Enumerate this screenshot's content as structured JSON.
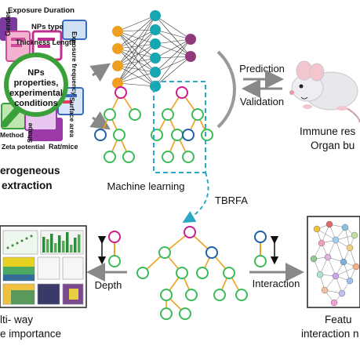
{
  "data_extraction": {
    "word_cloud": [
      "Exposure Duration",
      "NPs type",
      "Gender",
      "Exposure frequency",
      "Thickness Length",
      "Surface area",
      "Method",
      "Shape",
      "Zeta potential",
      "Rat/mice"
    ],
    "magnifier_lines": [
      "NPs",
      "properties,",
      "experimental",
      "conditions"
    ],
    "caption_lines": [
      "erogeneous",
      "extraction"
    ]
  },
  "machine_learning": {
    "caption": "Machine learning"
  },
  "flows": {
    "prediction": "Prediction",
    "validation": "Validation",
    "tbrfa": "TBRFA",
    "depth": "Depth",
    "interaction": "Interaction"
  },
  "outcome": {
    "caption_lines": [
      "Immune res",
      "Organ bu"
    ]
  },
  "multiway": {
    "caption_lines": [
      "lti- way",
      "e importance"
    ]
  },
  "feature_network": {
    "caption_lines": [
      "Featu",
      "interaction n"
    ]
  },
  "colors": {
    "node_orange": "#f0a020",
    "node_teal": "#17a7b0",
    "node_purple": "#8e3a7a",
    "tree_magenta": "#c81e8e",
    "tree_green": "#3dbb5a",
    "tree_blue": "#2060a8",
    "edge_orange": "#f0a020",
    "dashed_teal": "#2aa8c8",
    "magnifier_green": "#3aa03a",
    "arrow_gray": "#888888"
  }
}
